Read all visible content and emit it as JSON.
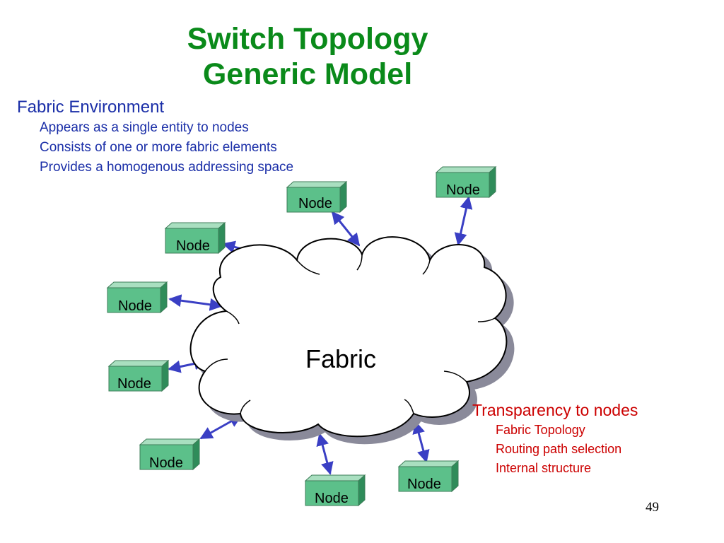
{
  "title": {
    "line1": "Switch Topology",
    "line2": "Generic Model"
  },
  "fabric_environment": {
    "heading": "Fabric Environment",
    "points": [
      "Appears as a single entity to nodes",
      "Consists of one or more fabric elements",
      "Provides a homogenous addressing space"
    ]
  },
  "transparency": {
    "heading": "Transparency to nodes",
    "points": [
      "Fabric Topology",
      "Routing path selection",
      "Internal structure"
    ]
  },
  "diagram": {
    "fabric_label": "Fabric",
    "node_label": "Node",
    "colors": {
      "node_face": "#5cc08a",
      "node_top": "#a9dfc0",
      "node_side": "#2f8c5a",
      "arrow": "#3a3fc4",
      "cloud_fill": "#ffffff",
      "cloud_shadow": "#8a8a9a"
    }
  },
  "page_number": "49"
}
